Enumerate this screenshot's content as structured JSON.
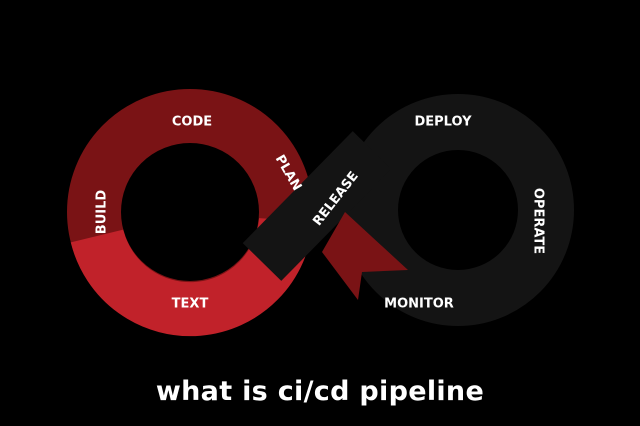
{
  "diagram": {
    "stages": {
      "code": "CODE",
      "plan": "PLAN",
      "build": "BUILD",
      "text": "TEXT",
      "release": "RELEASE",
      "deploy": "DEPLOY",
      "operate": "OPERATE",
      "monitor": "MONITOR"
    },
    "colors": {
      "dark_red": "#7a1315",
      "bright_red": "#c1222a",
      "dark_loop": "#141414",
      "background": "#000000"
    }
  },
  "caption": "what is ci/cd pipeline"
}
